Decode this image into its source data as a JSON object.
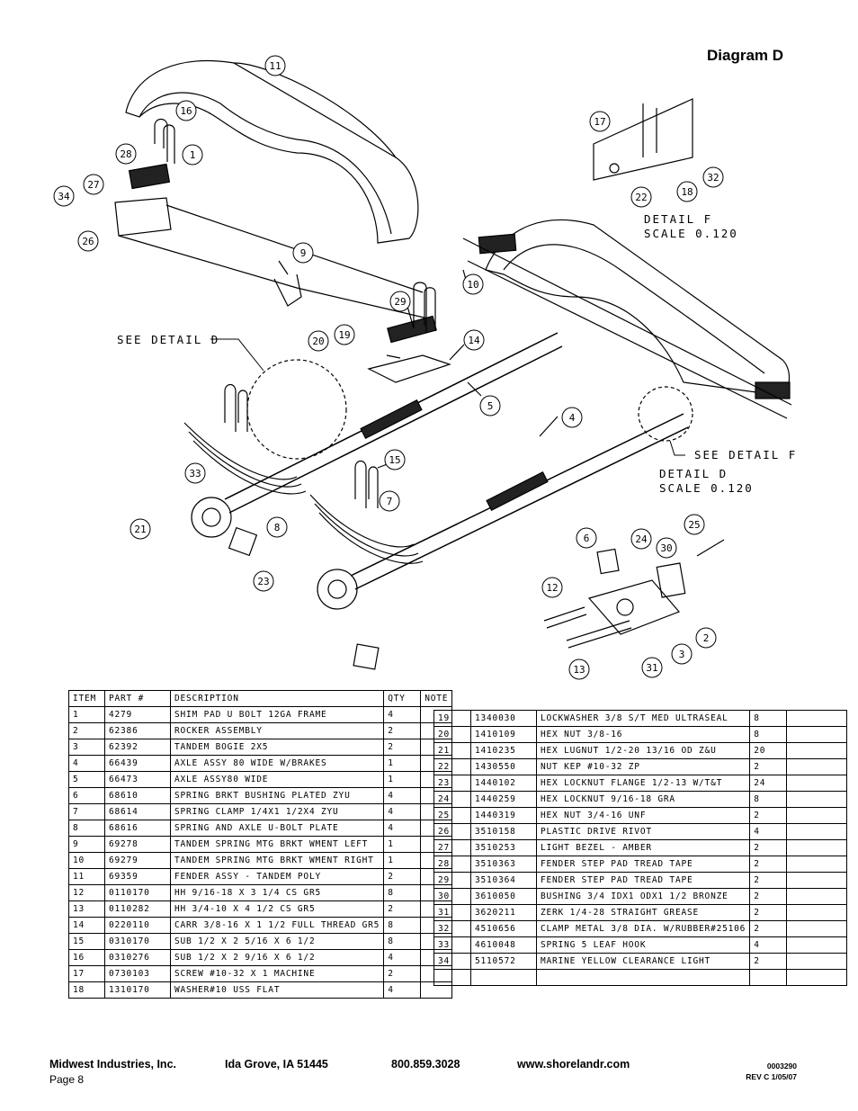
{
  "title": "Diagram D",
  "callouts": [
    "11",
    "16",
    "28",
    "1",
    "27",
    "34",
    "26",
    "9",
    "29",
    "20",
    "19",
    "14",
    "10",
    "17",
    "32",
    "22",
    "18",
    "5",
    "4",
    "15",
    "7",
    "33",
    "21",
    "8",
    "23",
    "6",
    "24",
    "25",
    "30",
    "12",
    "2",
    "3",
    "13",
    "31"
  ],
  "notes": {
    "see_detail_d": "SEE DETAIL D",
    "see_detail_f": "SEE DETAIL F",
    "detail_f_title": "DETAIL F",
    "detail_f_scale": "SCALE 0.120",
    "detail_d_title": "DETAIL D",
    "detail_d_scale": "SCALE 0.120"
  },
  "table_headers": {
    "item": "ITEM",
    "part": "PART #",
    "description": "DESCRIPTION",
    "qty": "QTY",
    "note": "NOTE"
  },
  "parts_left": [
    {
      "item": "1",
      "part": "4279",
      "desc": "SHIM PAD U BOLT 12GA FRAME",
      "qty": "4"
    },
    {
      "item": "2",
      "part": "62386",
      "desc": "ROCKER ASSEMBLY",
      "qty": "2"
    },
    {
      "item": "3",
      "part": "62392",
      "desc": "TANDEM BOGIE 2X5",
      "qty": "2"
    },
    {
      "item": "4",
      "part": "66439",
      "desc": "AXLE ASSY 80 WIDE W/BRAKES",
      "qty": "1"
    },
    {
      "item": "5",
      "part": "66473",
      "desc": "AXLE ASSY80 WIDE",
      "qty": "1"
    },
    {
      "item": "6",
      "part": "68610",
      "desc": "SPRING BRKT BUSHING PLATED ZYU",
      "qty": "4"
    },
    {
      "item": "7",
      "part": "68614",
      "desc": "SPRING CLAMP 1/4X1 1/2X4 ZYU",
      "qty": "4"
    },
    {
      "item": "8",
      "part": "68616",
      "desc": "SPRING AND AXLE U-BOLT PLATE",
      "qty": "4"
    },
    {
      "item": "9",
      "part": "69278",
      "desc": "TANDEM SPRING MTG BRKT WMENT LEFT",
      "qty": "1"
    },
    {
      "item": "10",
      "part": "69279",
      "desc": "TANDEM SPRING MTG BRKT WMENT RIGHT",
      "qty": "1"
    },
    {
      "item": "11",
      "part": "69359",
      "desc": "FENDER ASSY - TANDEM POLY",
      "qty": "2"
    },
    {
      "item": "12",
      "part": "0110170",
      "desc": "HH 9/16-18 X 3 1/4 CS GR5",
      "qty": "8"
    },
    {
      "item": "13",
      "part": "0110282",
      "desc": "HH 3/4-10 X 4 1/2 CS GR5",
      "qty": "2"
    },
    {
      "item": "14",
      "part": "0220110",
      "desc": "CARR 3/8-16 X 1 1/2 FULL THREAD GR5",
      "qty": "8"
    },
    {
      "item": "15",
      "part": "0310170",
      "desc": "SUB 1/2 X 2 5/16 X 6 1/2",
      "qty": "8"
    },
    {
      "item": "16",
      "part": "0310276",
      "desc": "SUB 1/2 X 2 9/16 X 6 1/2",
      "qty": "4"
    },
    {
      "item": "17",
      "part": "0730103",
      "desc": "SCREW #10-32 X 1 MACHINE",
      "qty": "2"
    },
    {
      "item": "18",
      "part": "1310170",
      "desc": "WASHER#10 USS FLAT",
      "qty": "4"
    }
  ],
  "parts_right": [
    {
      "item": "19",
      "part": "1340030",
      "desc": "LOCKWASHER 3/8 S/T MED ULTRASEAL",
      "qty": "8"
    },
    {
      "item": "20",
      "part": "1410109",
      "desc": "HEX NUT 3/8-16",
      "qty": "8"
    },
    {
      "item": "21",
      "part": "1410235",
      "desc": "HEX LUGNUT 1/2-20 13/16 OD Z&U",
      "qty": "20"
    },
    {
      "item": "22",
      "part": "1430550",
      "desc": "NUT KEP #10-32 ZP",
      "qty": "2"
    },
    {
      "item": "23",
      "part": "1440102",
      "desc": "HEX LOCKNUT FLANGE 1/2-13 W/T&T",
      "qty": "24"
    },
    {
      "item": "24",
      "part": "1440259",
      "desc": "HEX LOCKNUT 9/16-18 GRA",
      "qty": "8"
    },
    {
      "item": "25",
      "part": "1440319",
      "desc": "HEX NUT 3/4-16 UNF",
      "qty": "2"
    },
    {
      "item": "26",
      "part": "3510158",
      "desc": "PLASTIC DRIVE RIVOT",
      "qty": "4"
    },
    {
      "item": "27",
      "part": "3510253",
      "desc": "LIGHT BEZEL - AMBER",
      "qty": "2"
    },
    {
      "item": "28",
      "part": "3510363",
      "desc": "FENDER STEP PAD TREAD TAPE",
      "qty": "2"
    },
    {
      "item": "29",
      "part": "3510364",
      "desc": "FENDER STEP PAD TREAD TAPE",
      "qty": "2"
    },
    {
      "item": "30",
      "part": "3610050",
      "desc": "BUSHING 3/4 IDX1 ODX1 1/2 BRONZE",
      "qty": "2"
    },
    {
      "item": "31",
      "part": "3620211",
      "desc": "ZERK 1/4-28 STRAIGHT GREASE",
      "qty": "2"
    },
    {
      "item": "32",
      "part": "4510656",
      "desc": "CLAMP METAL 3/8 DIA. W/RUBBER#25106",
      "qty": "2"
    },
    {
      "item": "33",
      "part": "4610048",
      "desc": "SPRING 5 LEAF HOOK",
      "qty": "4"
    },
    {
      "item": "34",
      "part": "5110572",
      "desc": "MARINE YELLOW CLEARANCE LIGHT",
      "qty": "2"
    },
    {
      "item": "",
      "part": "",
      "desc": "",
      "qty": ""
    }
  ],
  "footer": {
    "company": "Midwest Industries, Inc.",
    "location": "Ida Grove, IA  51445",
    "phone": "800.859.3028",
    "website": "www.shorelandr.com",
    "page": "Page 8",
    "doc_number": "0003290",
    "revision": "REV  C  1/05/07"
  }
}
